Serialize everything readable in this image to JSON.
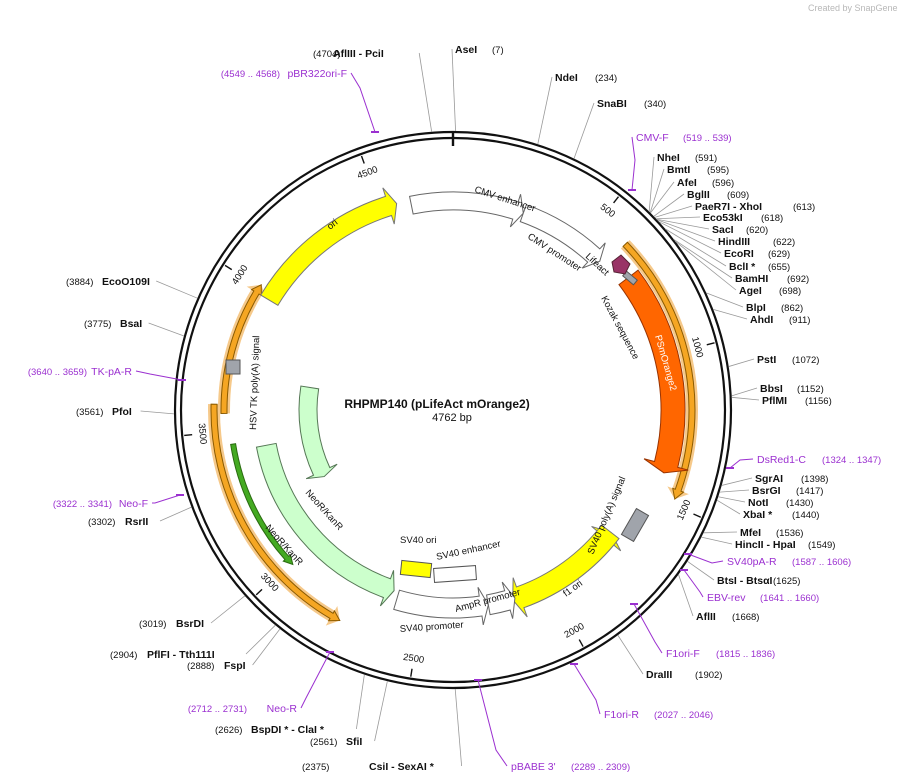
{
  "credit": "Created by  SnapGene",
  "title": "RHPMP140 (pLifeAct mOrange2)",
  "size_label": "4762 bp",
  "total_bp": 4762,
  "ticks": [
    "500",
    "1000",
    "1500",
    "2000",
    "2500",
    "3000",
    "3500",
    "4000",
    "4500"
  ],
  "enzymes": [
    {
      "name": "AseI",
      "pos": "(7)"
    },
    {
      "name": "NdeI",
      "pos": "(234)"
    },
    {
      "name": "SnaBI",
      "pos": "(340)"
    },
    {
      "name": "NheI",
      "pos": "(591)"
    },
    {
      "name": "BmtI",
      "pos": "(595)"
    },
    {
      "name": "AfeI",
      "pos": "(596)"
    },
    {
      "name": "BglII",
      "pos": "(609)"
    },
    {
      "name": "PaeR7I - XhoI",
      "pos": "(613)"
    },
    {
      "name": "Eco53kI",
      "pos": "(618)"
    },
    {
      "name": "SacI",
      "pos": "(620)"
    },
    {
      "name": "HindIII",
      "pos": "(622)"
    },
    {
      "name": "EcoRI",
      "pos": "(629)"
    },
    {
      "name": "BclI *",
      "pos": "(655)"
    },
    {
      "name": "BamHI",
      "pos": "(692)"
    },
    {
      "name": "AgeI",
      "pos": "(698)"
    },
    {
      "name": "BlpI",
      "pos": "(862)"
    },
    {
      "name": "AhdI",
      "pos": "(911)"
    },
    {
      "name": "PstI",
      "pos": "(1072)"
    },
    {
      "name": "BbsI",
      "pos": "(1152)"
    },
    {
      "name": "PflMI",
      "pos": "(1156)"
    },
    {
      "name": "SgrAI",
      "pos": "(1398)"
    },
    {
      "name": "BsrGI",
      "pos": "(1417)"
    },
    {
      "name": "NotI",
      "pos": "(1430)"
    },
    {
      "name": "XbaI *",
      "pos": "(1440)"
    },
    {
      "name": "MfeI",
      "pos": "(1536)"
    },
    {
      "name": "HincII - HpaI",
      "pos": "(1549)"
    },
    {
      "name": "BtsI - BtsαI",
      "pos": "(1625)"
    },
    {
      "name": "AflII",
      "pos": "(1668)"
    },
    {
      "name": "DraIII",
      "pos": "(1902)"
    },
    {
      "name": "CsiI - SexAI *",
      "pos": "(2375)"
    },
    {
      "name": "SfiI",
      "pos": "(2561)"
    },
    {
      "name": "BspDI * - ClaI *",
      "pos": "(2626)"
    },
    {
      "name": "FspI",
      "pos": "(2888)"
    },
    {
      "name": "PflFI - Tth111I",
      "pos": "(2904)"
    },
    {
      "name": "BsrDI",
      "pos": "(3019)"
    },
    {
      "name": "RsrII",
      "pos": "(3302)"
    },
    {
      "name": "PfoI",
      "pos": "(3561)"
    },
    {
      "name": "BsaI",
      "pos": "(3775)"
    },
    {
      "name": "EcoO109I",
      "pos": "(3884)"
    },
    {
      "name": "AflIII - PciI",
      "pos": "(4704)"
    }
  ],
  "primers": [
    {
      "name": "CMV-F",
      "pos": "(519 .. 539)"
    },
    {
      "name": "DsRed1-C",
      "pos": "(1324 .. 1347)"
    },
    {
      "name": "SV40pA-R",
      "pos": "(1587 .. 1606)"
    },
    {
      "name": "EBV-rev",
      "pos": "(1641 .. 1660)"
    },
    {
      "name": "F1ori-F",
      "pos": "(1815 .. 1836)"
    },
    {
      "name": "F1ori-R",
      "pos": "(2027 .. 2046)"
    },
    {
      "name": "pBABE 3'",
      "pos": "(2289 .. 2309)"
    },
    {
      "name": "Neo-R",
      "pos": "(2712 .. 2731)"
    },
    {
      "name": "Neo-F",
      "pos": "(3322 .. 3341)"
    },
    {
      "name": "TK-pA-R",
      "pos": "(3640 .. 3659)"
    },
    {
      "name": "pBR322ori-F",
      "pos": "(4549 .. 4568)"
    }
  ],
  "features": {
    "cmv_enhancer": "CMV enhancer",
    "cmv_promoter": "CMV promoter",
    "lifeact": "Lifeact",
    "kozak": "Kozak sequence",
    "porange": "PSmOrange2",
    "sv40_polya": "SV40 poly(A) signal",
    "f1_ori": "f1 ori",
    "ampr_promoter": "AmpR promoter",
    "sv40_promoter": "SV40 promoter",
    "sv40_ori": "SV40 ori",
    "sv40_enhancer": "SV40 enhancer",
    "neokan_inner": "NeoR/KanR",
    "neokan_outer": "NeoR/KanR",
    "hsv_tk": "HSV TK poly(A) signal",
    "ori": "ori"
  },
  "colors": {
    "primer": "#9b30d0",
    "ori": "#ffff00",
    "neo": "#ccffcc",
    "orange": "#ff6600",
    "lifeact": "#993366",
    "grey": "#a0a4ab",
    "glow": "#f6c98a",
    "arrow_outline": "#8a5a00"
  }
}
